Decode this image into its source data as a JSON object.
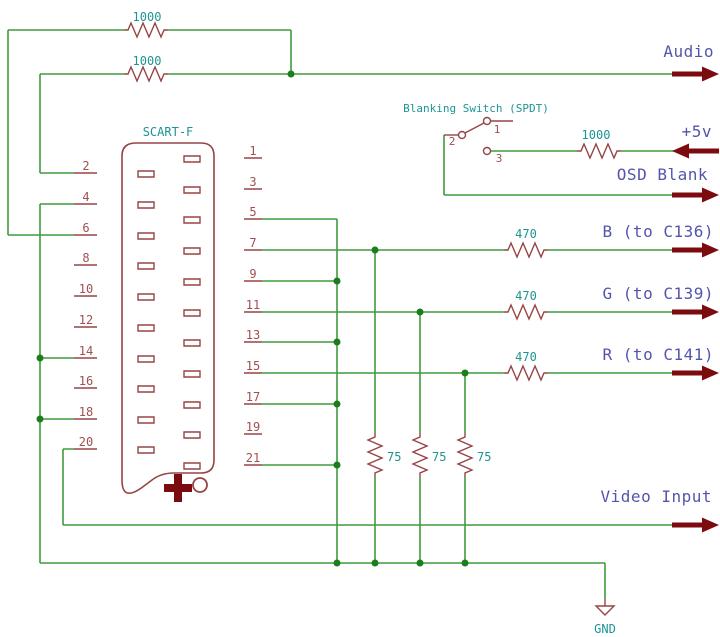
{
  "colors": {
    "wire": "#3f9b3f",
    "junction": "#1b7d1b",
    "component": "#964444",
    "pin_text": "#a05050",
    "value_text": "#1e9494",
    "label_text": "#5454ad",
    "arrow": "#7c0b10",
    "background": "#ffffff"
  },
  "connector": {
    "label": "SCART-F",
    "odd_pins": [
      "1",
      "3",
      "5",
      "7",
      "9",
      "11",
      "13",
      "15",
      "17",
      "19",
      "21"
    ],
    "even_pins": [
      "2",
      "4",
      "6",
      "8",
      "10",
      "12",
      "14",
      "16",
      "18",
      "20"
    ]
  },
  "switch": {
    "label": "Blanking Switch (SPDT)",
    "terminals": [
      "1",
      "2",
      "3"
    ]
  },
  "resistors": {
    "audio_top": "1000",
    "audio_bottom": "1000",
    "supply": "1000",
    "blue_series": "470",
    "green_series": "470",
    "red_series": "470",
    "blue_term": "75",
    "green_term": "75",
    "red_term": "75"
  },
  "signals": {
    "audio": "Audio",
    "supply": "+5v",
    "osd_blank": "OSD Blank",
    "blue": "B (to C136)",
    "green": "G (to C139)",
    "red": "R (to C141)",
    "video_input": "Video Input",
    "ground": "GND"
  }
}
